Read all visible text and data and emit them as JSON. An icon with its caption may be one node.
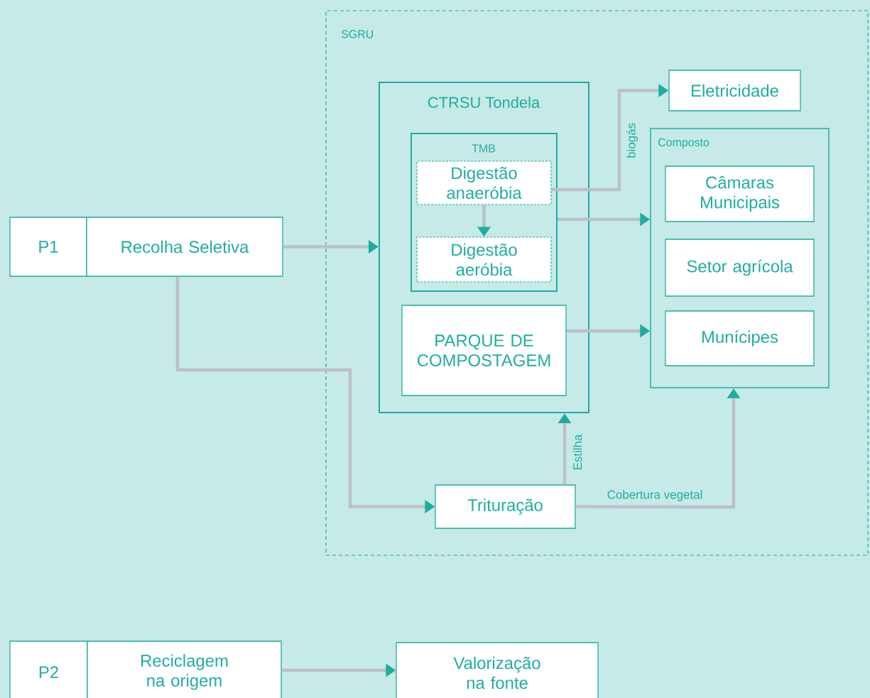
{
  "diagram": {
    "nodes": [
      {
        "text": [
          "SGRU"
        ]
      },
      {
        "text": [
          "P1"
        ]
      },
      {
        "text": [
          "Recolha Seletiva"
        ]
      },
      {
        "text": [
          "CTRSU Tondela"
        ],
        "in": 0
      },
      {
        "text": [
          "TMB"
        ],
        "in": 3
      },
      {
        "text": [
          "Digestão anaeróbia"
        ],
        "in": 4
      },
      {
        "text": [
          "Digestão aeróbia"
        ],
        "in": 4
      },
      {
        "text": [
          "PARQUE DE COMPOSTAGEM"
        ],
        "in": 3
      },
      {
        "text": [
          "Eletricidade"
        ],
        "in": 0
      },
      {
        "text": [
          "Composto"
        ],
        "in": 0
      },
      {
        "text": [
          "Câmaras Municipais"
        ],
        "in": 9
      },
      {
        "text": [
          "Setor agrícola"
        ],
        "in": 9
      },
      {
        "text": [
          "Munícipes"
        ],
        "in": 9
      },
      {
        "text": [
          "Trituração"
        ],
        "in": 0
      },
      {
        "text": [
          "P2"
        ]
      },
      {
        "text": [
          "Reciclagem na origem"
        ]
      },
      {
        "text": [
          "Valorização na fonte"
        ]
      }
    ],
    "edges": [
      {
        "from": 2,
        "to": 3,
        "arrow": "to"
      },
      {
        "from": 2,
        "to": 13,
        "arrow": "to"
      },
      {
        "from": 5,
        "to": 8,
        "arrow": "to",
        "label": "biogás"
      },
      {
        "from": 4,
        "to": 9,
        "arrow": "to"
      },
      {
        "from": 5,
        "to": 6,
        "arrow": "to"
      },
      {
        "from": 7,
        "to": 9,
        "arrow": "to"
      },
      {
        "from": 13,
        "to": 3,
        "arrow": "to",
        "label": "Estilha"
      },
      {
        "from": 13,
        "to": 9,
        "arrow": "to",
        "label": "Cobertura vegetal"
      },
      {
        "from": 15,
        "to": 16,
        "arrow": "to"
      }
    ]
  }
}
